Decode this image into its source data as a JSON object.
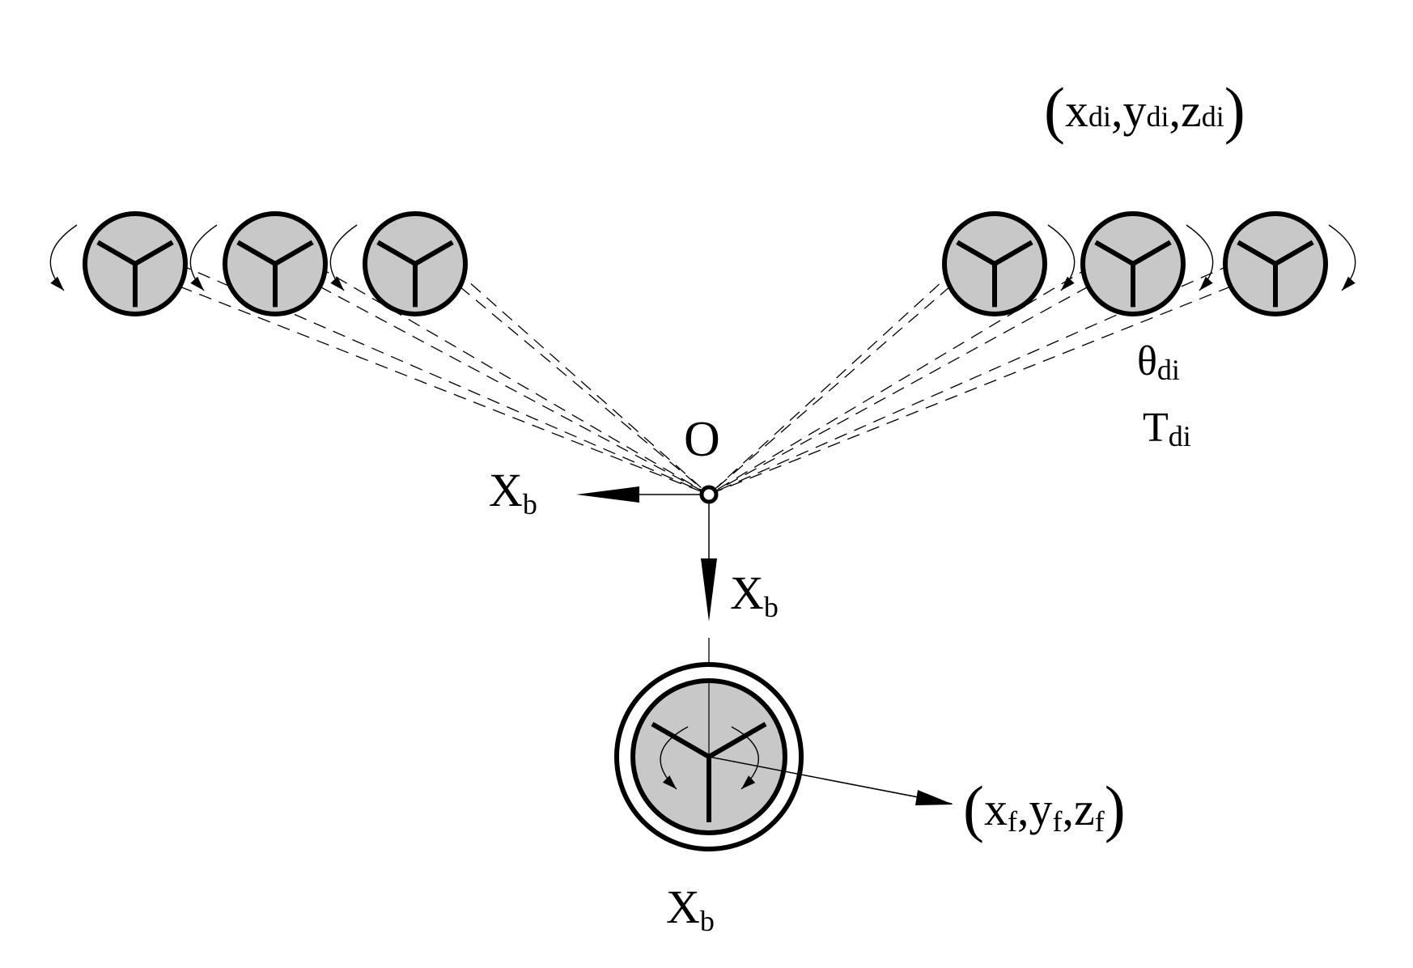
{
  "colors": {
    "stroke": "#000000",
    "fill": "#c8c8c8",
    "background": "#ffffff"
  },
  "labels": {
    "origin": "O",
    "axis_left": {
      "base": "X",
      "sub": "b"
    },
    "axis_down": {
      "base": "X",
      "sub": "b"
    },
    "bottom": {
      "base": "X",
      "sub": "b"
    },
    "theta": {
      "base": "θ",
      "sub": "di"
    },
    "torque": {
      "base": "T",
      "sub": "di"
    },
    "drone_pos": {
      "open": "(",
      "close": ")",
      "sep": ",",
      "x": "x",
      "y": "y",
      "z": "z",
      "sub": "di"
    },
    "focal_pos": {
      "open": "(",
      "close": ")",
      "sep": ",",
      "x": "x",
      "y": "y",
      "z": "z",
      "sub": "f"
    }
  },
  "icons": {
    "rotor": "three-arm-rotor-icon",
    "rotation": "curved-arrow-icon"
  },
  "rotor_counts": {
    "left_group": 3,
    "right_group": 3,
    "center": 1
  }
}
